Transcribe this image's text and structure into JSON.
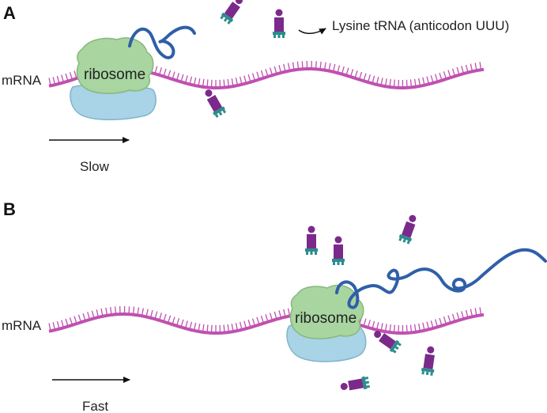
{
  "panel_a": {
    "label": "A",
    "mrna_label": "mRNA",
    "ribosome_label": "ribosome",
    "speed_label": "Slow",
    "trna_legend": "Lysine tRNA  (anticodon UUU)"
  },
  "panel_b": {
    "label": "B",
    "mrna_label": "mRNA",
    "ribosome_label": "ribosome",
    "speed_label": "Fast"
  },
  "colors": {
    "mrna": "#c050b0",
    "peptide": "#2f5fa8",
    "ribosome_large": "#a8d5a0",
    "ribosome_small": "#a9d3e6",
    "trna_body": "#7b2a8c",
    "trna_anticodon": "#2b8c8c",
    "arrow": "#111111"
  }
}
